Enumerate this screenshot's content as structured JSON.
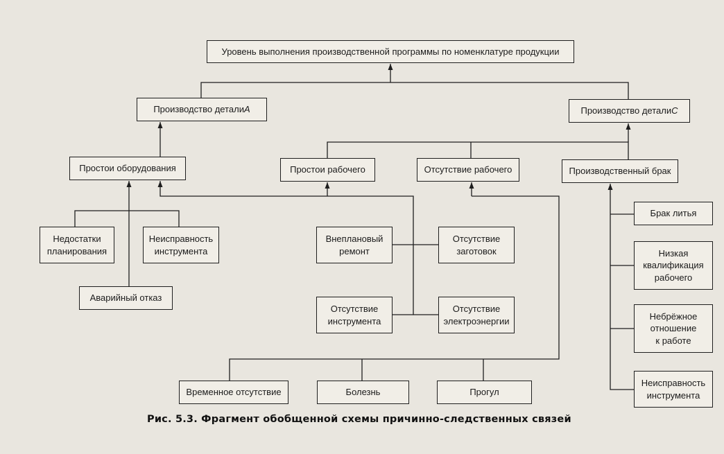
{
  "diagram": {
    "nodes": [
      {
        "id": "level",
        "text": "Уровень выполнения производственной программы по номенклатуре продукции"
      },
      {
        "id": "prod_a",
        "text": "Производство детали А"
      },
      {
        "id": "prod_c",
        "text": "Производство детали С"
      },
      {
        "id": "idle_equipment",
        "text": "Простои оборудования"
      },
      {
        "id": "idle_worker",
        "text": "Простои рабочего"
      },
      {
        "id": "absence_worker",
        "text": "Отсутствие рабочего"
      },
      {
        "id": "defect",
        "text": "Производственный брак"
      },
      {
        "id": "planning_flaws",
        "text": "Недостатки\nпланирования"
      },
      {
        "id": "tool_fault",
        "text": "Неисправность\nинструмента"
      },
      {
        "id": "emergency",
        "text": "Аварийный отказ"
      },
      {
        "id": "unplanned_repair",
        "text": "Внеплановый\nремонт"
      },
      {
        "id": "no_blanks",
        "text": "Отсутствие\nзаготовок"
      },
      {
        "id": "no_tool",
        "text": "Отсутствие\nинструмента"
      },
      {
        "id": "no_power",
        "text": "Отсутствие\nэлектроэнергии"
      },
      {
        "id": "temp_absence",
        "text": "Временное отсутствие"
      },
      {
        "id": "illness",
        "text": "Болезнь"
      },
      {
        "id": "truancy",
        "text": "Прогул"
      },
      {
        "id": "casting_defect",
        "text": "Брак литья"
      },
      {
        "id": "low_qualification",
        "text": "Низкая\nквалификация\nрабочего"
      },
      {
        "id": "careless",
        "text": "Небрёжное\nотношение\nк работе"
      },
      {
        "id": "tool_fault_2",
        "text": "Неисправность\nинструмента"
      }
    ],
    "caption": "Рис. 5.3. Фрагмент обобщенной схемы причинно-следственных связей"
  }
}
